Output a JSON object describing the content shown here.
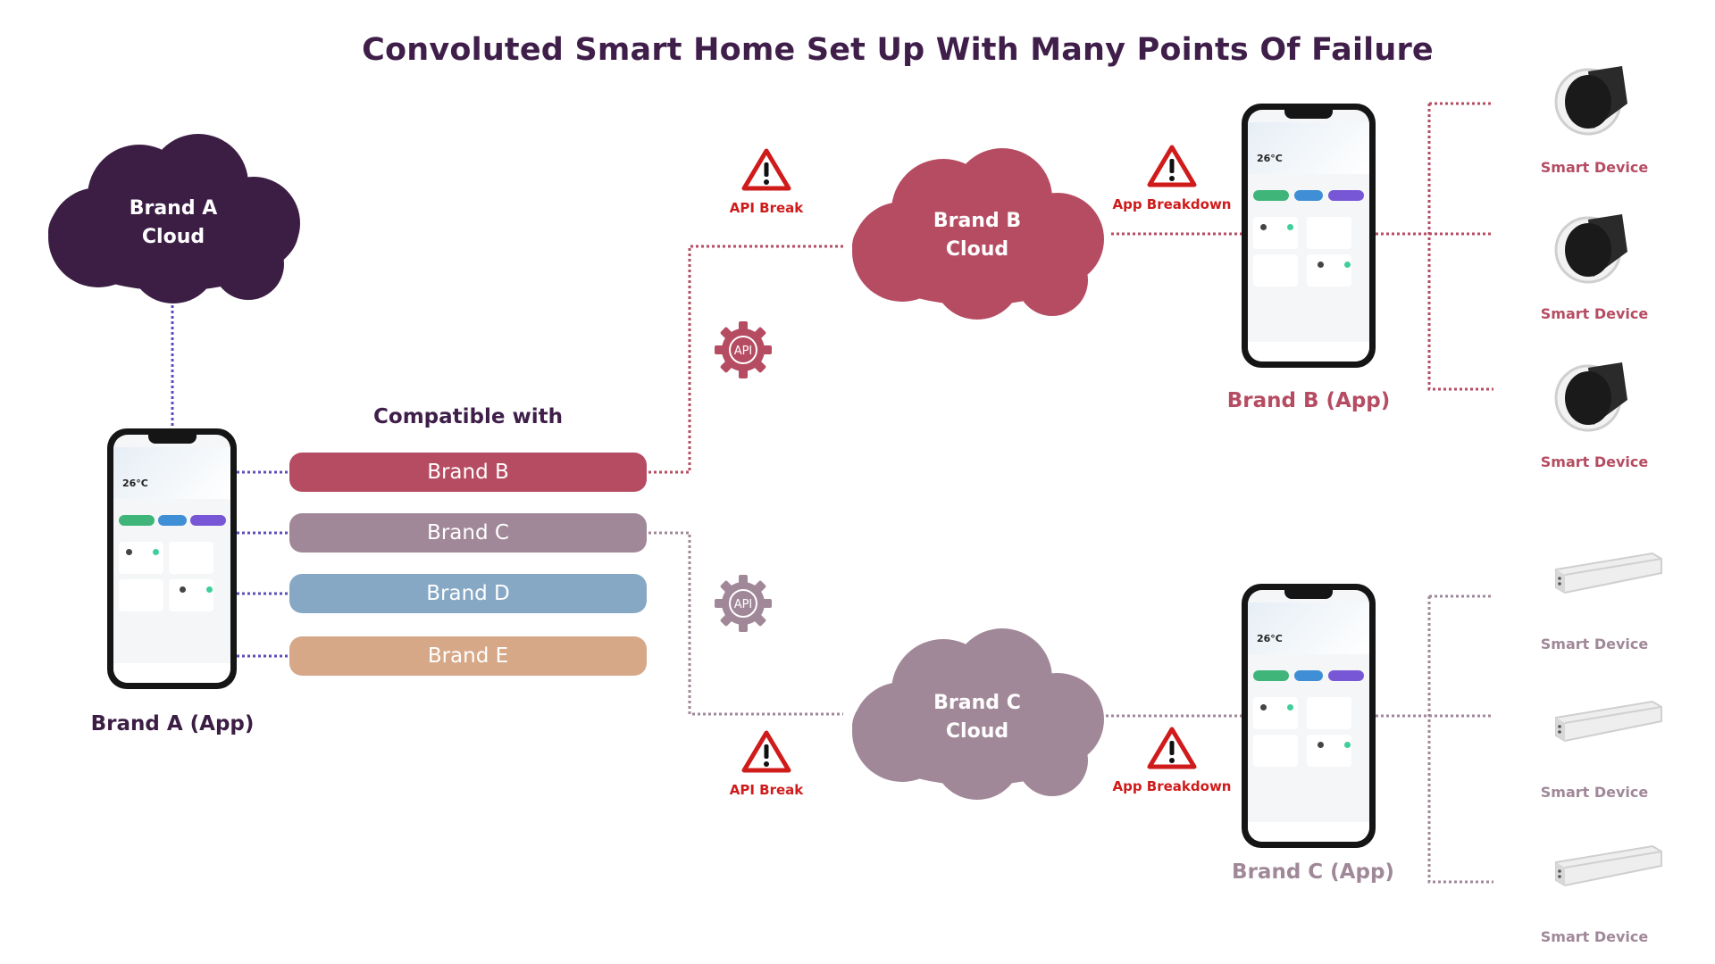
{
  "title": "Convoluted Smart Home Set Up With Many Points Of Failure",
  "clouds": {
    "brand_a": {
      "line1": "Brand A",
      "line2": "Cloud",
      "color": "#3c1e45"
    },
    "brand_b": {
      "line1": "Brand B",
      "line2": "Cloud",
      "color": "#b64c62"
    },
    "brand_c": {
      "line1": "Brand C",
      "line2": "Cloud",
      "color": "#a08898"
    }
  },
  "compatibility": {
    "heading": "Compatible with",
    "items": [
      {
        "label": "Brand B",
        "color": "#b64c62"
      },
      {
        "label": "Brand C",
        "color": "#a08898"
      },
      {
        "label": "Brand D",
        "color": "#86a8c4"
      },
      {
        "label": "Brand E",
        "color": "#d6a888"
      }
    ]
  },
  "apps": {
    "brand_a": {
      "label": "Brand A (App)",
      "color": "#3c1e45",
      "temp": "26°C"
    },
    "brand_b": {
      "label": "Brand B (App)",
      "color": "#b64c62",
      "temp": "26°C"
    },
    "brand_c": {
      "label": "Brand C (App)",
      "color": "#a08898",
      "temp": "26°C"
    }
  },
  "warnings": {
    "api_break": "API Break",
    "app_breakdown": "App Breakdown",
    "color": "#d01b1b"
  },
  "gears": {
    "label": "API",
    "top_color": "#b64c62",
    "bottom_color": "#a08898"
  },
  "devices": {
    "label": "Smart Device",
    "top_color": "#b64c62",
    "bottom_color": "#a08898",
    "top_icon": "smart-speaker-icon",
    "bottom_icon": "curtain-motor-icon"
  }
}
